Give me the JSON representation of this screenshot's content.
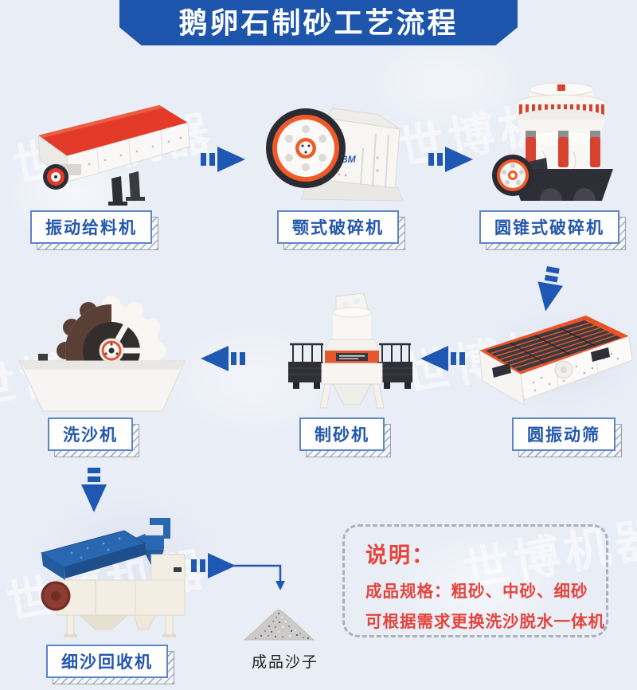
{
  "title": "鹅卵石制砂工艺流程",
  "machines": [
    {
      "id": "vibrating-feeder",
      "label": "振动给料机"
    },
    {
      "id": "jaw-crusher",
      "label": "颚式破碎机"
    },
    {
      "id": "cone-crusher",
      "label": "圆锥式破碎机"
    },
    {
      "id": "circular-vibrating-screen",
      "label": "圆振动筛"
    },
    {
      "id": "sand-making-machine",
      "label": "制砂机"
    },
    {
      "id": "sand-washer",
      "label": "洗沙机"
    },
    {
      "id": "fine-sand-recycler",
      "label": "细沙回收机"
    }
  ],
  "product": {
    "label": "成品沙子"
  },
  "note": {
    "heading": "说明：",
    "line1": "成品规格：粗砂、中砂、细砂",
    "line2": "可根据需求更换洗沙脱水一体机"
  },
  "watermark": {
    "text": "世博机器"
  },
  "brand": {
    "logo_text": "SBM"
  },
  "colors": {
    "banner_blue": "#1d55ac",
    "arrow_blue": "#1e58b2",
    "label_text_blue": "#2457ad",
    "note_red": "#e5443b",
    "machine_red": "#e33a2a",
    "flywheel_orange": "#f05a28",
    "screen_orange": "#e85427",
    "recycler_blue": "#2a67b2"
  }
}
